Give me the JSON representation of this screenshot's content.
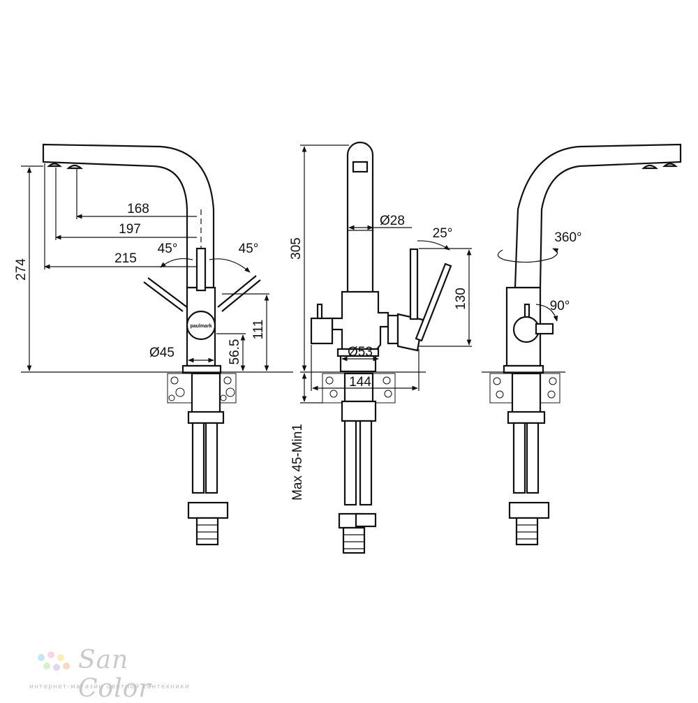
{
  "brand": {
    "name": "paulmark"
  },
  "watermark": {
    "title": "San Color",
    "subtitle": "интернет-магазин цветной сантехники",
    "dot_colors": [
      "#8fd0f2",
      "#f5b3d9",
      "#f7e27a",
      "#b9e59b",
      "#c7b3ef",
      "#f7b98d"
    ]
  },
  "colors": {
    "line": "#111111",
    "background": "#ffffff",
    "watermark": "#c9c9c9"
  },
  "views": {
    "side_left": {
      "dimensions": {
        "d168": "168",
        "d197": "197",
        "d215": "215",
        "angle_left": "45°",
        "angle_right": "45°",
        "height_total": "274",
        "d111": "111",
        "d56_5": "56.5",
        "dia45": "Ø45"
      }
    },
    "front": {
      "dimensions": {
        "height_total": "305",
        "dia28": "Ø28",
        "angle": "25°",
        "d130": "130",
        "dia53": "Ø53",
        "d144": "144",
        "deck_thickness": "Max 45-Min1"
      }
    },
    "side_right": {
      "dimensions": {
        "rotation": "360°",
        "lever_angle": "90°"
      }
    }
  }
}
